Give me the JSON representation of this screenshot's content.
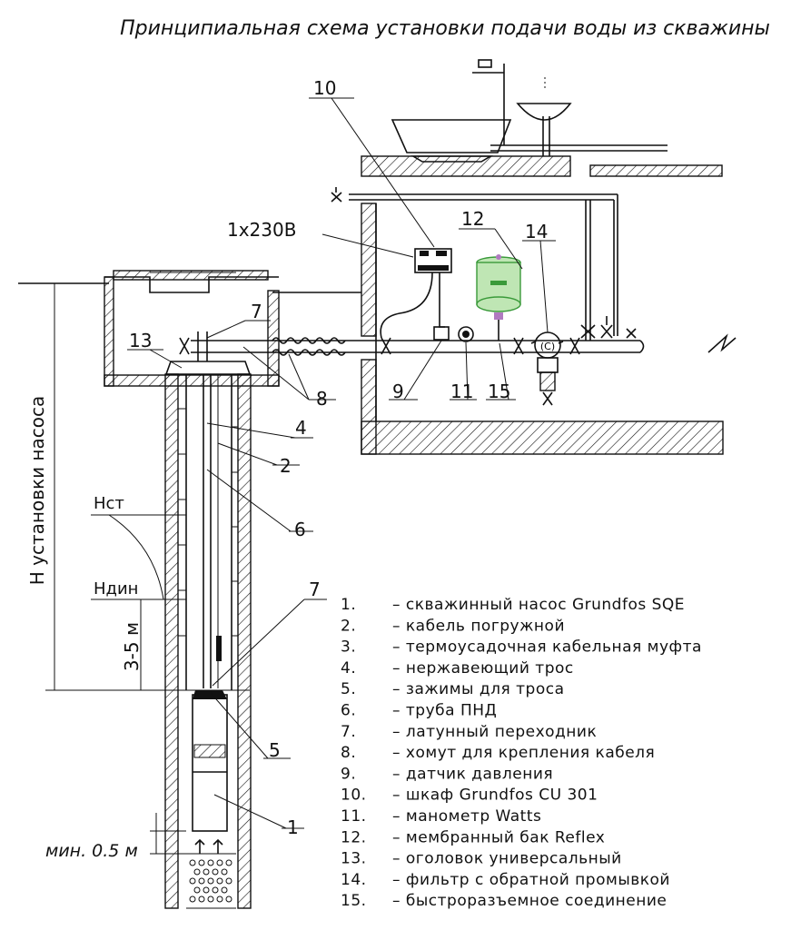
{
  "title": "Принципиальная схема установки подачи воды из скважины",
  "power_label": "1x230В",
  "dimension_labels": {
    "pump_depth": "Н установки насоса",
    "static_level": "Нст",
    "dynamic_level": "Ндин",
    "depth_range": "3-5 м",
    "min_gap": "мин. 0.5 м"
  },
  "callouts": {
    "c1": "1",
    "c2": "2",
    "c4": "4",
    "c5": "5",
    "c6": "6",
    "c7a": "7",
    "c7b": "7",
    "c8": "8",
    "c9": "9",
    "c10": "10",
    "c11": "11",
    "c12": "12",
    "c13": "13",
    "c14": "14",
    "c15": "15"
  },
  "legend": [
    {
      "num": "1.",
      "text": "– скважинный насос Grundfos SQE"
    },
    {
      "num": "2.",
      "text": "– кабель погружной"
    },
    {
      "num": "3.",
      "text": "– термоусадочная кабельная муфта"
    },
    {
      "num": "4.",
      "text": "– нержавеющий трос"
    },
    {
      "num": "5.",
      "text": "– зажимы для троса"
    },
    {
      "num": "6.",
      "text": "– труба ПНД"
    },
    {
      "num": "7.",
      "text": "– латунный переходник"
    },
    {
      "num": "8.",
      "text": "– хомут для крепления кабеля"
    },
    {
      "num": "9.",
      "text": "– датчик давления"
    },
    {
      "num": "10.",
      "text": "– шкаф Grundfos CU 301"
    },
    {
      "num": "11.",
      "text": "– манометр Watts"
    },
    {
      "num": "12.",
      "text": "– мембранный бак Reflex"
    },
    {
      "num": "13.",
      "text": "– оголовок универсальный"
    },
    {
      "num": "14.",
      "text": "– фильтр с обратной промывкой"
    },
    {
      "num": "15.",
      "text": "– быстроразъемное соединение"
    }
  ],
  "colors": {
    "line": "#111111",
    "tank_fill": "#bfe6b4",
    "tank_stroke": "#3a9a3a",
    "tank_cap": "#b07ac0",
    "background": "#ffffff"
  }
}
